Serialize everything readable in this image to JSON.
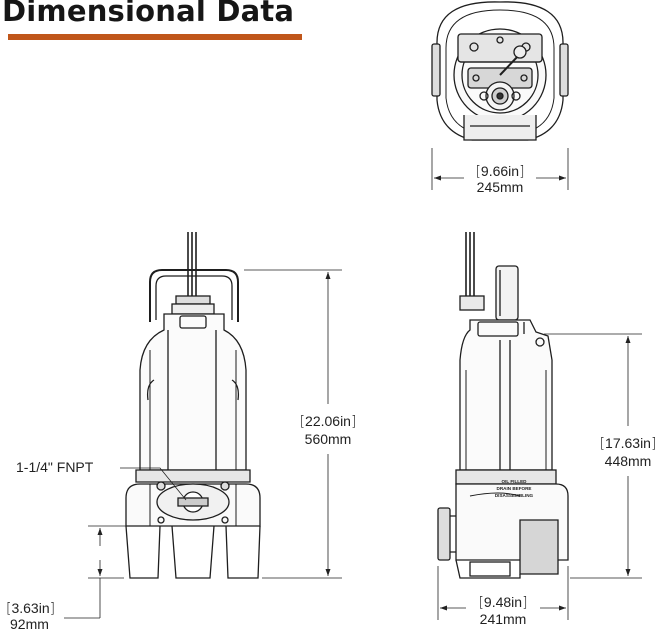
{
  "heading": {
    "title": "Dimensional Data",
    "accent_color": "#c0561a"
  },
  "dimensions": {
    "top_width": {
      "imperial": "9.66in",
      "metric": "245mm"
    },
    "front_height": {
      "imperial": "22.06in",
      "metric": "560mm"
    },
    "side_height": {
      "imperial": "17.63in",
      "metric": "448mm"
    },
    "side_width": {
      "imperial": "9.48in",
      "metric": "241mm"
    },
    "discharge_height": {
      "imperial": "3.63in",
      "metric": "92mm"
    }
  },
  "callouts": {
    "discharge": "1-1/4\" FNPT"
  },
  "side_label": {
    "line1": "OIL FILLED",
    "line2": "DRAIN BEFORE",
    "line3": "DISASSEMBLING"
  }
}
